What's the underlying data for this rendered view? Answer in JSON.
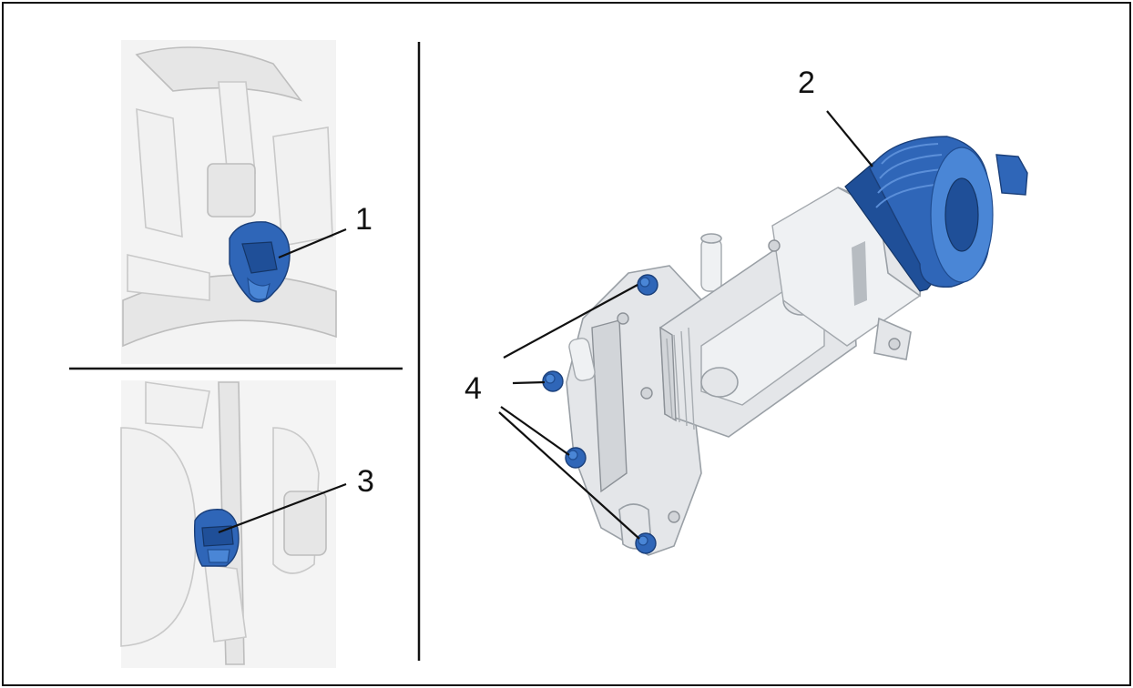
{
  "callouts": {
    "c1": "1",
    "c2": "2",
    "c3": "3",
    "c4": "4"
  },
  "colors": {
    "highlight": "#2f66b8",
    "line": "#111111",
    "background": "#ffffff"
  }
}
